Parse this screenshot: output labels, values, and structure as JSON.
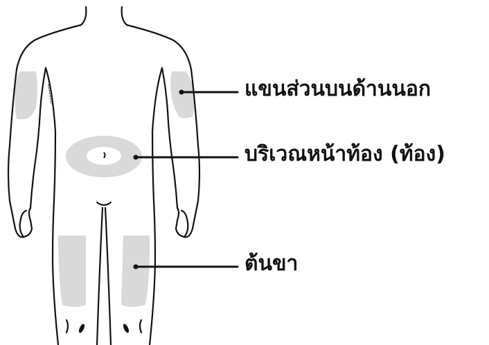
{
  "colors": {
    "background": "#ffffff",
    "outline": "#111111",
    "injection_zone": "#d9d9d9",
    "leader_line": "#111111"
  },
  "figure": {
    "icon": "human-body-outline-front",
    "zones": [
      "upper-arm-outer",
      "abdomen",
      "thigh"
    ]
  },
  "labels": {
    "upper_arm": "แขนส่วนบนด้านนอก",
    "abdomen": "บริเวณหน้าท้อง (ท้อง)",
    "thigh": "ต้นขา"
  }
}
